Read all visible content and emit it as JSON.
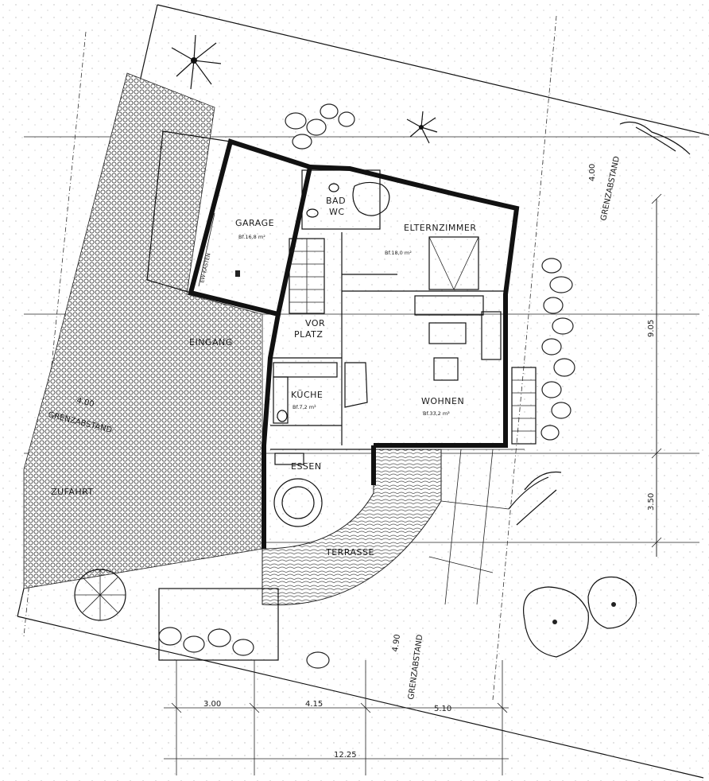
{
  "rooms": {
    "garage": "GARAGE",
    "garage_area": "Bf.16,8 m²",
    "ew_kasten": "EW-KASTEN",
    "bad": "BAD",
    "wc": "WC",
    "elternzimmer": "ELTERNZIMMER",
    "elternzimmer_area": "Bf.18,0 m²",
    "vorplatz_1": "VOR",
    "vorplatz_2": "PLATZ",
    "eingang": "EINGANG",
    "kueche": "KÜCHE",
    "kueche_area": "Bf.7,2 m²",
    "wohnen": "WOHNEN",
    "wohnen_area": "Bf.33,2 m²",
    "essen": "ESSEN",
    "terrasse": "TERRASSE",
    "zufahrt": "ZUFAHRT"
  },
  "setbacks": {
    "top_right_value": "4.00",
    "top_right_label": "GRENZABSTAND",
    "left_value": "4.00",
    "left_label": "GRENZABSTAND",
    "bottom_value": "4.90",
    "bottom_label": "GRENZABSTAND"
  },
  "dimensions": {
    "right_upper": "9.05",
    "right_lower": "3.50",
    "bottom_left": "3.00",
    "bottom_mid": "4.15",
    "bottom_right": "5.10",
    "bottom_total": "12.25"
  },
  "colors": {
    "ink": "#111111",
    "paper": "#ffffff",
    "hatch": "#555555"
  }
}
